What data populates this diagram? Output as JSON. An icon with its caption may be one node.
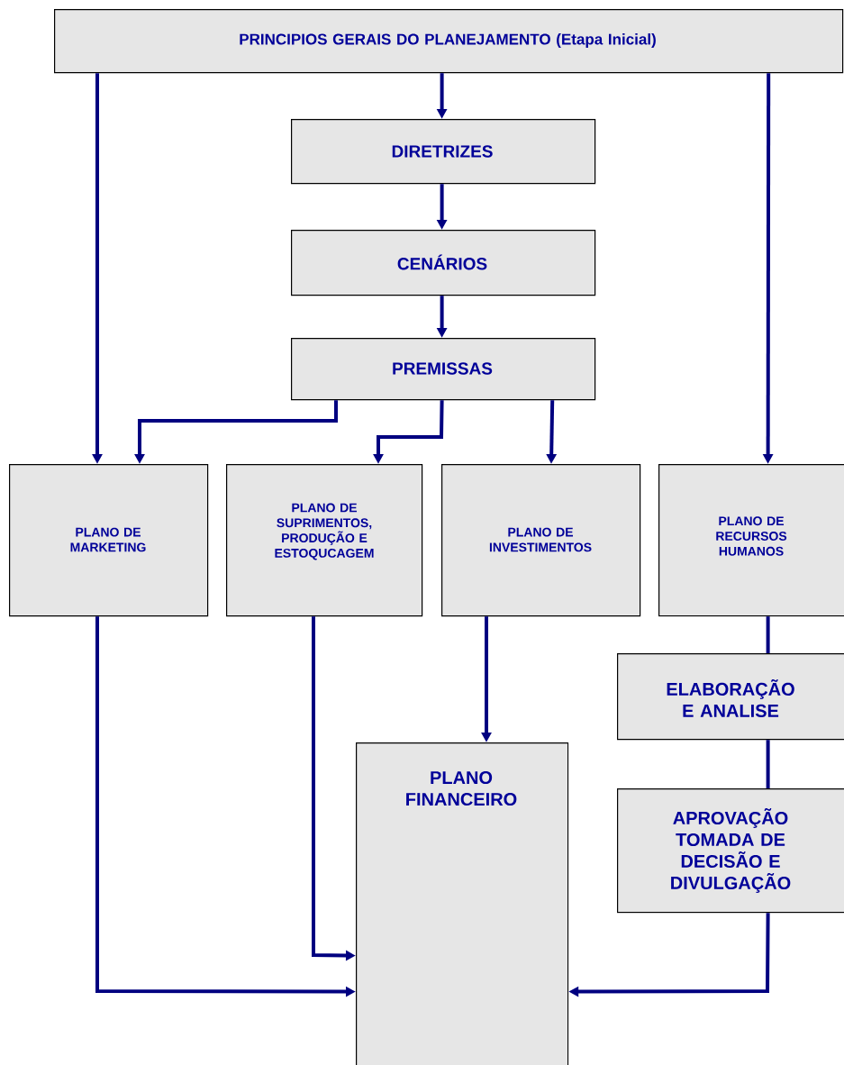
{
  "diagram": {
    "nodes": [
      {
        "text": [
          "PRINCIPIOS GERAIS DO PLANEJAMENTO (Etapa Inicial)"
        ]
      },
      {
        "text": [
          "DIRETRIZES"
        ]
      },
      {
        "text": [
          "CENÁRIOS"
        ]
      },
      {
        "text": [
          "PREMISSAS"
        ]
      },
      {
        "text": [
          "PLANO DE MARKETING"
        ]
      },
      {
        "text": [
          "PLANO DE SUPRIMENTOS, PRODUÇÃO E ESTOQUCAGEM"
        ]
      },
      {
        "text": [
          "PLANO DE INVESTIMENTOS"
        ]
      },
      {
        "text": [
          "PLANO DE RECURSOS HUMANOS"
        ]
      },
      {
        "text": [
          "ELABORAÇÃO E ANALISE"
        ]
      },
      {
        "text": [
          "APROVAÇÃO TOMADA DE DECISÃO E DIVULGAÇÃO"
        ]
      },
      {
        "text": [
          "PLANO FINANCEIRO"
        ]
      }
    ],
    "edges": [
      {
        "from": 0,
        "to": 4,
        "arrow": "to"
      },
      {
        "from": 0,
        "to": 1,
        "arrow": "to"
      },
      {
        "from": 0,
        "to": 7,
        "arrow": "to"
      },
      {
        "from": 1,
        "to": 2,
        "arrow": "to"
      },
      {
        "from": 2,
        "to": 3,
        "arrow": "to"
      },
      {
        "from": 3,
        "to": 4,
        "arrow": "to"
      },
      {
        "from": 3,
        "to": 5,
        "arrow": "to"
      },
      {
        "from": 3,
        "to": 6,
        "arrow": "to"
      },
      {
        "from": 7,
        "to": 8,
        "arrow": "none"
      },
      {
        "from": 8,
        "to": 9,
        "arrow": "none"
      },
      {
        "from": 4,
        "to": 10,
        "arrow": "to"
      },
      {
        "from": 5,
        "to": 10,
        "arrow": "to"
      },
      {
        "from": 6,
        "to": 10,
        "arrow": "to"
      },
      {
        "from": 9,
        "to": 10,
        "arrow": "to"
      }
    ]
  }
}
